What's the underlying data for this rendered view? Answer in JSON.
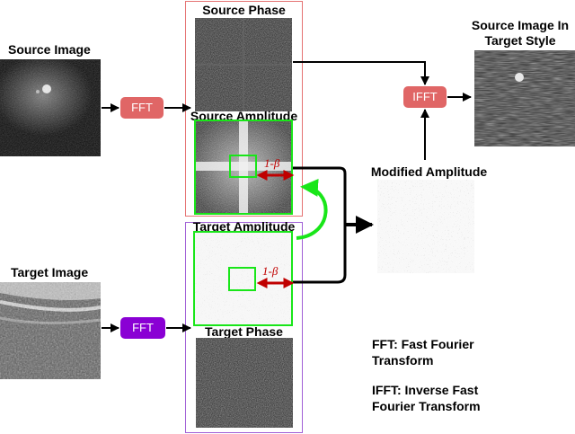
{
  "labels": {
    "source_image": "Source Image",
    "target_image": "Target Image",
    "source_phase": "Source Phase",
    "source_amplitude": "Source Amplitude",
    "target_amplitude": "Target Amplitude",
    "target_phase": "Target Phase",
    "modified_amplitude": "Modified Amplitude",
    "result_line1": "Source Image In",
    "result_line2": "Target Style",
    "beta_top": "1-β",
    "beta_bottom": "1-β"
  },
  "buttons": {
    "fft_source": "FFT",
    "fft_target": "FFT",
    "ifft": "IFFT"
  },
  "legend": {
    "fft_line1": "FFT: Fast Fourier",
    "fft_line2": "Transform",
    "ifft_line1": "IFFT: Inverse Fast",
    "ifft_line2": "Fourier Transform"
  },
  "colors": {
    "fft_source": "#e06666",
    "fft_target": "#8a00d4",
    "ifft": "#e06666",
    "green": "#19e619",
    "red_arrow": "#c00000",
    "source_frame": "#e57373",
    "target_frame": "#a05fd6"
  }
}
